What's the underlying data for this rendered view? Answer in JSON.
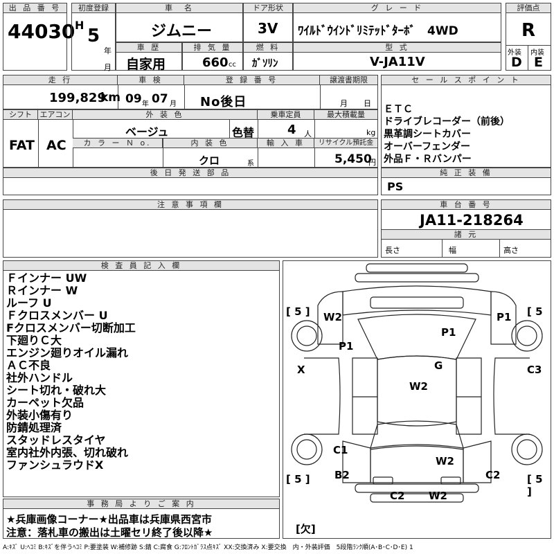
{
  "header": {
    "lot_label": "出 品 番 号",
    "lot_number": "44030",
    "first_reg_label": "初度登録",
    "era": "H",
    "year": "5",
    "year_unit": "年",
    "month_unit": "月",
    "name_label": "車　名",
    "car_name": "ジムニー",
    "door_label": "ドア形状",
    "door": "3V",
    "grade_label": "グ レ ー ド",
    "grade": "ﾜｲﾙﾄﾞｳｲﾝﾄﾞﾘﾐﾃｯﾄﾞﾀｰﾎﾞ　4WD",
    "score_label": "評価点",
    "score": "R",
    "history_label": "車 歴",
    "history": "自家用",
    "disp_label": "排 気 量",
    "displacement": "660",
    "disp_unit": "cc",
    "fuel_label": "燃 料",
    "fuel": "ｶﾞｿﾘﾝ",
    "model_label": "型 式",
    "model": "V-JA11V",
    "exterior_label": "外装",
    "exterior": "D",
    "interior_label": "内装",
    "interior": "E"
  },
  "row2": {
    "mileage_label": "走 行",
    "mileage": "199,829",
    "mileage_unit": "km",
    "inspection_label": "車 検",
    "insp_year": "09",
    "insp_year_unit": "年",
    "insp_month": "07",
    "insp_month_unit": "月",
    "reg_label": "登 録 番 号",
    "reg": "No後日",
    "transfer_label": "譲渡書期限",
    "transfer_month": "月",
    "transfer_day": "日"
  },
  "row3": {
    "shift_label": "シフト",
    "aircon_label": "エアコン",
    "color_label": "外 装 色",
    "capacity_label": "乗車定員",
    "maxload_label": "最大積載量",
    "shift": "FAT",
    "aircon": "AC",
    "color": "ベージュ",
    "color_change": "色替",
    "capacity": "4",
    "capacity_unit": "人",
    "maxload_unit": "kg",
    "colorno_label": "カ ラ ー Ｎ o.",
    "int_color_label": "内 装 色",
    "import_label": "輸 入 車",
    "recycle_label": "リサイクル預託金",
    "int_color": "クロ",
    "int_color_unit": "系",
    "recycle": "5,450",
    "recycle_unit": "円"
  },
  "sales": {
    "label": "セ ー ル ス ポ イ ン ト",
    "items": [
      "ＥＴＣ",
      "ドライブレコーダー（前後）",
      "黒革調シートカバー",
      "オーバーフェンダー",
      "外品Ｆ・Ｒバンパー"
    ]
  },
  "later_parts": {
    "label": "後 日 発 送 部 品"
  },
  "genuine": {
    "label": "純 正 装 備",
    "value": "PS"
  },
  "caution": {
    "label": "注 意 事 項 欄"
  },
  "chassis": {
    "label": "車 台 番 号",
    "value": "JA11-218264"
  },
  "dims": {
    "label": "諸 元",
    "length": "長さ",
    "width": "幅",
    "height": "高さ"
  },
  "inspector": {
    "label": "検 査 員 記 入 欄",
    "notes": [
      "Ｆインナー UW",
      "Ｒインナー W",
      "ルーフ U",
      "Ｆクロスメンバー U",
      "Fクロスメンバー切断加工",
      "下廻りＣ大",
      "エンジン廻りオイル漏れ",
      "ＡＣ不良",
      "社外ハンドル",
      "シート切れ・破れ大",
      "カーペット欠品",
      "外装小傷有り",
      "防錆処理済",
      "スタッドレスタイヤ",
      "室内社外内張、切れ破れ",
      "ファンシュラウドX"
    ]
  },
  "office": {
    "label": "事 務 局 よ り ご 案 内",
    "line1": "★兵庫画像コーナー★出品車は兵庫県西宮市",
    "line2": "注意：落札車の搬出は土曜セリ終了後以降★"
  },
  "diagram": {
    "marks": {
      "tl_tire": "[ 5 ]",
      "tr_tire": "[ 5",
      "bl_tire": "[ 5 ]",
      "br_tire": "[ 5 ]",
      "missing": "[欠]",
      "w2_fl": "W2",
      "p1_fl": "P1",
      "p1_hood": "P1",
      "p1_fr": "P1",
      "g": "G",
      "x": "X",
      "c3": "C3",
      "w2_roof": "W2",
      "c1": "C1",
      "w2_rear": "W2",
      "b2": "B2",
      "c2_rr": "C2",
      "c2_bot": "C2",
      "w2_bot": "W2"
    }
  },
  "legend": "A:ｷｽﾞ U:ﾍｺﾐ B:ｷｽﾞを伴うﾍｺﾐ P:要塗装 W:補修跡 S:錆 C:腐食 G:ﾌﾛﾝﾄｶﾞﾗｽ点ｷｽﾞ XX:交換済み X:要交換　内・外装評価　5段階ﾗﾝｸ順(A･B･C･D･E) 1"
}
